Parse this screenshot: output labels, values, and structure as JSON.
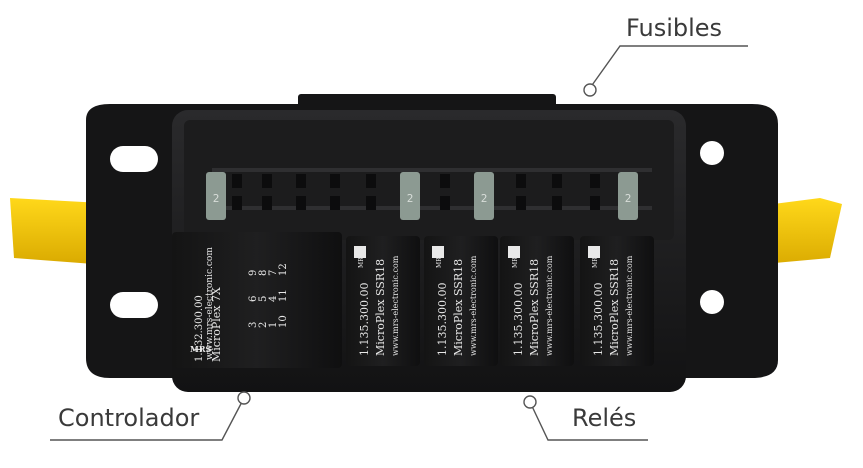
{
  "labels": {
    "fuses": "Fusibles",
    "controller": "Controlador",
    "relays": "Relés"
  },
  "controller_module": {
    "part_number": "1.132.300.00",
    "name": "MicroPlex 7X",
    "website": "www.mrs-electronic.com",
    "brand": "MRS",
    "pins": [
      "3",
      "6",
      "9",
      "2",
      "5",
      "8",
      "1",
      "4",
      "7",
      "10",
      "11",
      "12"
    ]
  },
  "relay_modules": [
    {
      "part_number": "1.135.300.00",
      "name": "MicroPlex SSR18",
      "website": "www.mrs-electronic.com",
      "brand": "MRS"
    },
    {
      "part_number": "1.135.300.00",
      "name": "MicroPlex SSR18",
      "website": "www.mrs-electronic.com",
      "brand": "MRS"
    },
    {
      "part_number": "1.135.300.00",
      "name": "MicroPlex SSR18",
      "website": "www.mrs-electronic.com",
      "brand": "MRS"
    },
    {
      "part_number": "1.135.300.00",
      "name": "MicroPlex SSR18",
      "website": "www.mrs-electronic.com",
      "brand": "MRS"
    }
  ],
  "fuse_value": "2",
  "colors": {
    "housing": "#1b1b1c",
    "latch": "#f2c400",
    "fuse": "#8c9a92",
    "callout_line": "#555555",
    "text": "#3a3a3a"
  }
}
